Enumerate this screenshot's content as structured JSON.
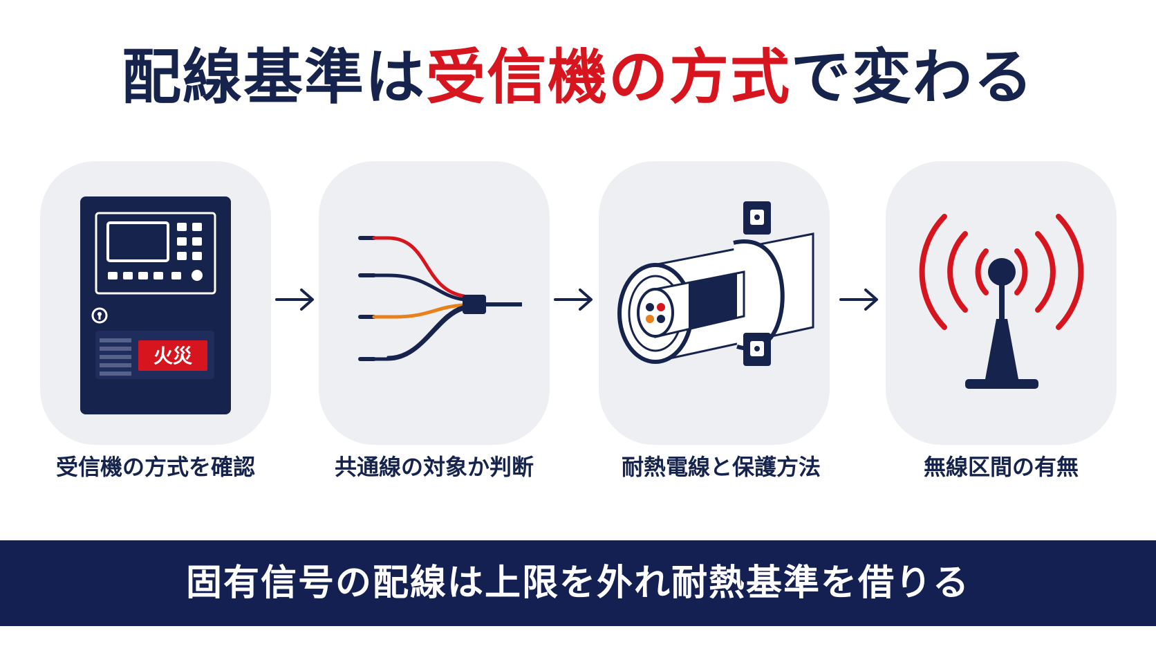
{
  "title": {
    "part1": "配線基準は",
    "part2": "受信機の方式",
    "part3": "で変わる"
  },
  "steps": [
    {
      "icon": "fire-alarm-receiver-icon",
      "caption": "受信機の方式を確認",
      "panel_label": "火災"
    },
    {
      "icon": "wire-bundle-icon",
      "caption": "共通線の対象か判断"
    },
    {
      "icon": "heat-resistant-cable-icon",
      "caption": "耐熱電線と保護方法"
    },
    {
      "icon": "wireless-antenna-icon",
      "caption": "無線区間の有無"
    }
  ],
  "arrow_icon": "right-arrow-icon",
  "banner": {
    "text": "固有信号の配線は上限を外れ耐熱基準を借りる"
  },
  "colors": {
    "navy": "#16234d",
    "red": "#d6151f",
    "orange": "#e8811a",
    "card_bg": "#eeeff3",
    "banner_bg": "#142052"
  }
}
